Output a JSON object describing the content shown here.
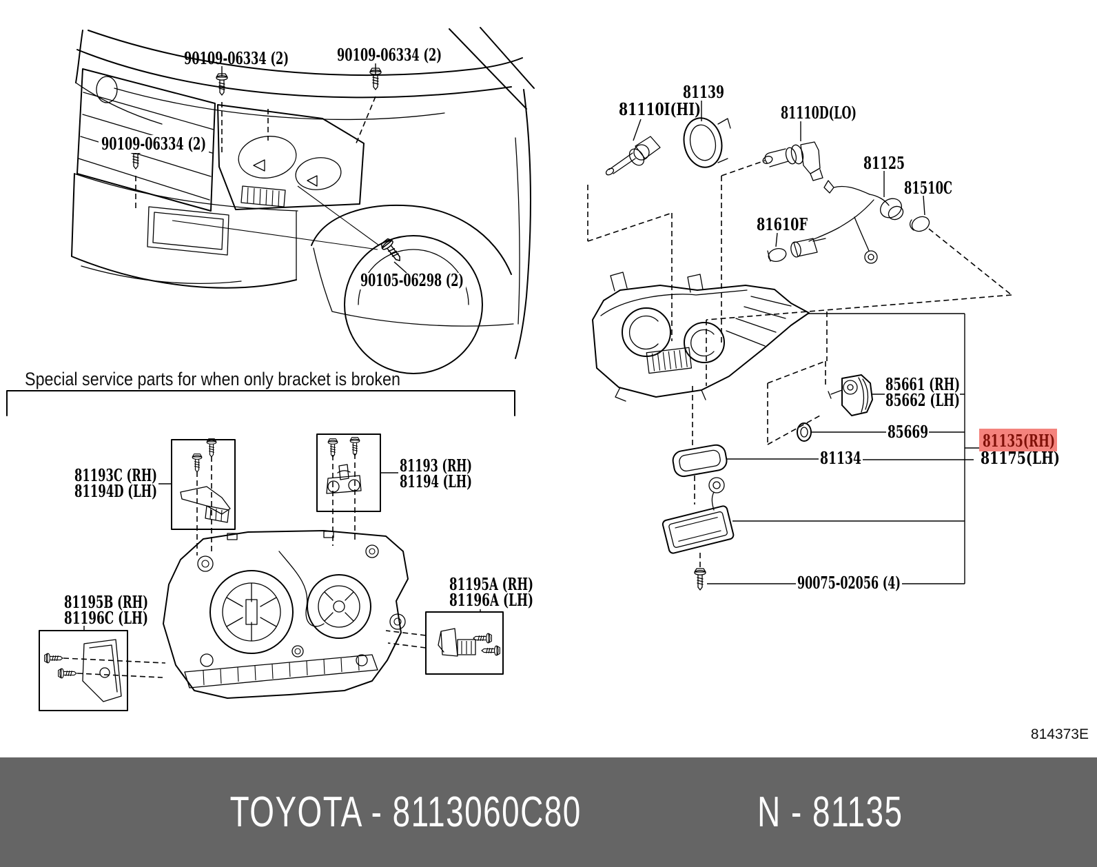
{
  "labels": {
    "grille_bolt": "90109-06334 (2)",
    "bumper_bolt": "90105-06298 (2)",
    "bulb_hi": "81110I(HI)",
    "retainer": "81139",
    "bulb_lo": "81110D(LO)",
    "cord": "81125",
    "signal_bulb": "81510C",
    "clearance_bulb": "81610F",
    "adjuster_rh": "85661 (RH)",
    "adjuster_lh": "85662 (LH)",
    "grommet": "85669",
    "gasket": "81134",
    "unit_rh": "81135(RH)",
    "unit_lh": "81175(LH)",
    "mount_screw": "90075-02056 (4)",
    "special_heading": "Special service parts for when only bracket is broken",
    "bracket_a_rh": "81193C (RH)",
    "bracket_a_lh": "81194D (LH)",
    "bracket_b_rh": "81193 (RH)",
    "bracket_b_lh": "81194 (LH)",
    "bracket_c_rh": "81195B (RH)",
    "bracket_c_lh": "81196C (LH)",
    "bracket_d_rh": "81195A (RH)",
    "bracket_d_lh": "81196A (LH)"
  },
  "footer": {
    "figure_code": "814373E"
  },
  "banner": {
    "left": "TOYOTA - 8113060C80",
    "right": "N - 81135"
  },
  "colors": {
    "highlight_bg": "#f4837d",
    "highlight_text": "#7f1008",
    "line": "#000000",
    "banner_bg": "#656565",
    "banner_text": "#ffffff"
  }
}
